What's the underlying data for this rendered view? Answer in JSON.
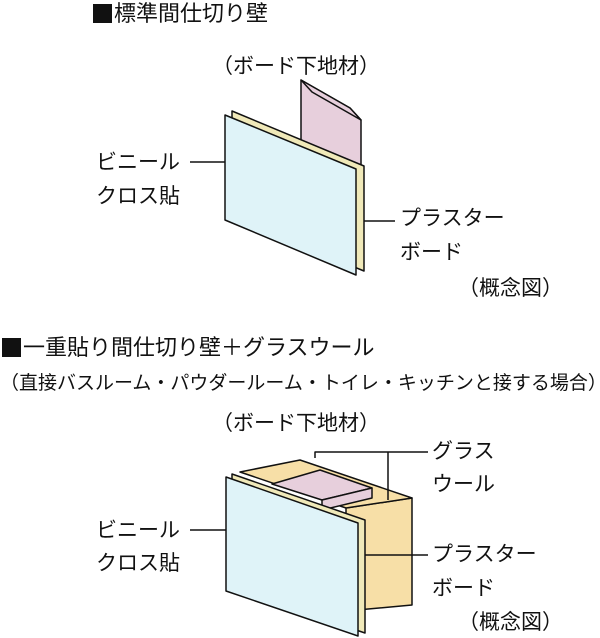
{
  "colors": {
    "vinyl_cloth": "#dff3f8",
    "plaster_board": "#f0e9b9",
    "base_material": "#e7cfdc",
    "glass_wool": "#f7dfa7",
    "outline": "#111111",
    "background": "#ffffff"
  },
  "section1": {
    "title": "標準間仕切り壁",
    "label_base": "（ボード下地材）",
    "label_vinyl_line1": "ビニール",
    "label_vinyl_line2": "クロス貼",
    "label_board_line1": "プラスター",
    "label_board_line2": "ボード",
    "note": "（概念図）"
  },
  "section2": {
    "title": "一重貼り間仕切り壁＋グラスウール",
    "subtitle": "（直接バスルーム・パウダールーム・トイレ・キッチンと接する場合）",
    "label_base": "（ボード下地材）",
    "label_wool_line1": "グラス",
    "label_wool_line2": "ウール",
    "label_vinyl_line1": "ビニール",
    "label_vinyl_line2": "クロス貼",
    "label_board_line1": "プラスター",
    "label_board_line2": "ボード",
    "note": "（概念図）"
  }
}
